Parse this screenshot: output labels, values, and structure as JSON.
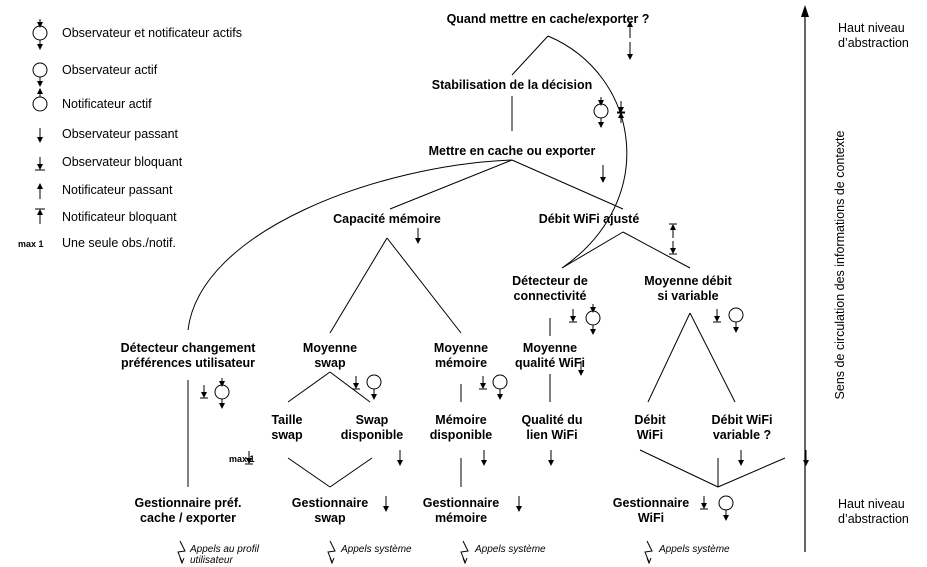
{
  "legend": {
    "items": [
      {
        "icon": "observer-notifier-active-icon",
        "label": "Observateur et notificateur actifs"
      },
      {
        "icon": "observer-active-icon",
        "label": "Observateur actif"
      },
      {
        "icon": "notifier-active-icon",
        "label": "Notificateur actif"
      },
      {
        "icon": "observer-passing-icon",
        "label": "Observateur passant"
      },
      {
        "icon": "observer-blocking-icon",
        "label": "Observateur bloquant"
      },
      {
        "icon": "notifier-passing-icon",
        "label": "Notificateur passant"
      },
      {
        "icon": "notifier-blocking-icon",
        "label": "Notificateur bloquant"
      }
    ],
    "max_badge": "max 1",
    "max_label": "Une seule obs./notif."
  },
  "nodes": {
    "quand": "Quand mettre en cache/exporter ?",
    "stabilisation": "Stabilisation de la décision",
    "mettre": "Mettre en cache ou exporter",
    "capacite": "Capacité mémoire",
    "debit_ajuste": "Débit WiFi ajusté",
    "detecteur_connectivite": [
      "Détecteur de",
      "connectivité"
    ],
    "moyenne_debit": [
      "Moyenne débit",
      "si variable"
    ],
    "detecteur_pref": [
      "Détecteur changement",
      "préférences utilisateur"
    ],
    "moyenne_swap": [
      "Moyenne",
      "swap"
    ],
    "moyenne_memoire": [
      "Moyenne",
      "mémoire"
    ],
    "moyenne_qualite": [
      "Moyenne",
      "qualité WiFi"
    ],
    "taille_swap": [
      "Taille",
      "swap"
    ],
    "swap_dispo": [
      "Swap",
      "disponible"
    ],
    "memoire_dispo": [
      "Mémoire",
      "disponible"
    ],
    "qualite_lien": [
      "Qualité du",
      "lien WiFi"
    ],
    "debit_wifi": [
      "Débit",
      "WiFi"
    ],
    "debit_variable": [
      "Débit WiFi",
      "variable ?"
    ],
    "gest_pref": [
      "Gestionnaire préf.",
      "cache / exporter"
    ],
    "gest_swap": [
      "Gestionnaire",
      "swap"
    ],
    "gest_memoire": [
      "Gestionnaire",
      "mémoire"
    ],
    "gest_wifi": [
      "Gestionnaire",
      "WiFi"
    ]
  },
  "max_badge_swap": "max 1",
  "calls": {
    "profil": [
      "Appels au profil",
      "utilisateur"
    ],
    "systeme": "Appels système"
  },
  "side": {
    "top": [
      "Haut niveau",
      "d’abstraction"
    ],
    "bottom": [
      "Haut niveau",
      "d’abstraction"
    ],
    "vertical": "Sens de circulation des informations de contexte"
  }
}
